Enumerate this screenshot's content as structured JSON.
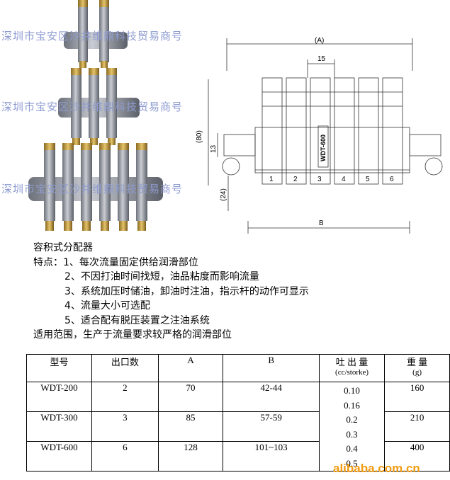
{
  "watermark": "深圳市宝安区沙井维鼎科技贸易商号",
  "drawing": {
    "dim_a": "(A)",
    "dim_15": "15",
    "dim_80": "(80)",
    "dim_13": "13",
    "dim_24": "(24)",
    "dim_b": "B",
    "model_label": "WDT-600",
    "outlets": [
      "1",
      "2",
      "3",
      "4",
      "5",
      "6"
    ]
  },
  "title": "容积式分配器",
  "features_label": "特点：",
  "features": [
    "1、每次流量固定供给润滑部位",
    "2、不因打油时间找短，油品粘度而影响流量",
    "3、系统加压时储油，卸油时注油，指示杆的动作可显示",
    "4、流量大小可选配",
    "5、适合配有脱压装置之注油系统"
  ],
  "scope": "适用范围，生产于流量要求较严格的润滑部位",
  "table": {
    "headers": [
      "型号",
      "出口数",
      "A",
      "B",
      "吐 出 量",
      "(cc/storke)",
      "重 量",
      "(g)"
    ],
    "rows": [
      {
        "model": "WDT-200",
        "outlets": "2",
        "a": "70",
        "b": "42-44",
        "weight": "160"
      },
      {
        "model": "WDT-300",
        "outlets": "3",
        "a": "85",
        "b": "57-59",
        "weight": "210"
      },
      {
        "model": "WDT-600",
        "outlets": "6",
        "a": "128",
        "b": "101~103",
        "weight": "400"
      }
    ],
    "output_values": [
      "0.10",
      "0.16",
      "0.2",
      "0.3",
      "0.4",
      "0.5"
    ]
  },
  "footer": "alibaba.com.cn"
}
